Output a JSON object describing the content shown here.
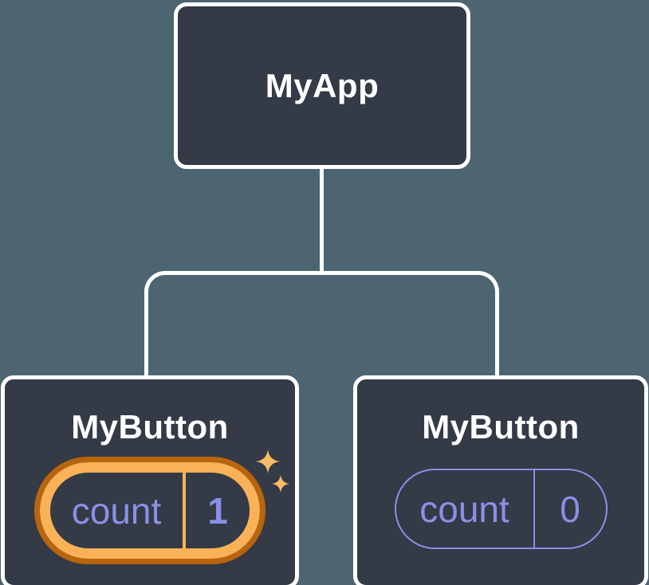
{
  "diagram": {
    "root": {
      "label": "MyApp"
    },
    "children": [
      {
        "label": "MyButton",
        "state_key": "count",
        "state_value": "1",
        "highlighted": true
      },
      {
        "label": "MyButton",
        "state_key": "count",
        "state_value": "0",
        "highlighted": false
      }
    ]
  },
  "colors": {
    "background": "#4c6570",
    "node_fill": "#343a46",
    "node_border": "#ffffff",
    "connector": "#ffffff",
    "title_text": "#ffffff",
    "state_text": "#8a90e8",
    "pill_border": "#8a90e8",
    "highlight_ring_inner": "#f9b258",
    "highlight_ring_outer": "#b9650e",
    "sparkle": "#f9bd66"
  }
}
